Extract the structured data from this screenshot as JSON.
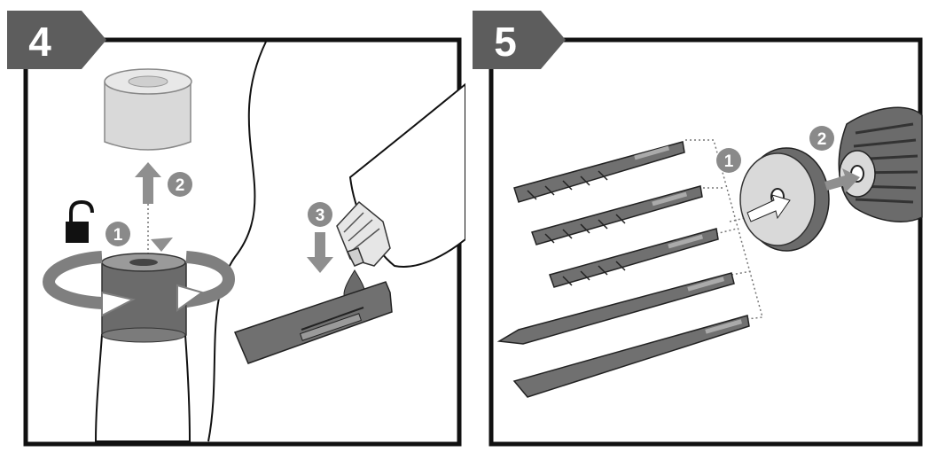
{
  "panels": [
    {
      "step": "4",
      "callouts": [
        "1",
        "2",
        "3"
      ],
      "icons": [
        "unlock-icon",
        "rotate-arrows-icon",
        "up-arrow-icon",
        "down-arrow-icon",
        "grease-drop-icon"
      ]
    },
    {
      "step": "5",
      "callouts": [
        "1",
        "2"
      ],
      "icons": [
        "insert-arrow-icon"
      ]
    }
  ],
  "colors": {
    "badge": "#5d5d5d",
    "callout": "#8a8a8a",
    "arrow": "#8f8f8f",
    "metal": "#6b6b6b",
    "light_gray": "#d9d9d9"
  }
}
